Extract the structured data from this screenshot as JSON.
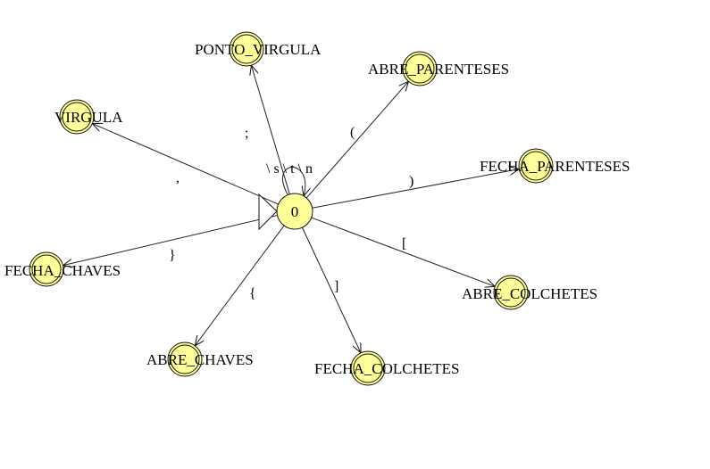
{
  "diagram": {
    "colors": {
      "state_fill": "#ffff99",
      "stroke": "#111111",
      "background": "#ffffff"
    },
    "start_state": {
      "id": "q0",
      "label": "0"
    },
    "loop": {
      "label": "\\ s \\ t \\ n"
    },
    "states": [
      {
        "id": "ponto_virgula",
        "label": "PONTO_VIRGULA"
      },
      {
        "id": "abre_parenteses",
        "label": "ABRE_PARENTESES"
      },
      {
        "id": "virgula",
        "label": "VIRGULA"
      },
      {
        "id": "fecha_parenteses",
        "label": "FECHA_PARENTESES"
      },
      {
        "id": "fecha_chaves",
        "label": "FECHA_CHAVES"
      },
      {
        "id": "abre_colchetes",
        "label": "ABRE_COLCHETES"
      },
      {
        "id": "abre_chaves",
        "label": "ABRE_CHAVES"
      },
      {
        "id": "fecha_colchetes",
        "label": "FECHA_COLCHETES"
      }
    ],
    "transitions": [
      {
        "to": "ponto_virgula",
        "label": ";"
      },
      {
        "to": "abre_parenteses",
        "label": "("
      },
      {
        "to": "virgula",
        "label": ","
      },
      {
        "to": "fecha_parenteses",
        "label": ")"
      },
      {
        "to": "fecha_chaves",
        "label": "}"
      },
      {
        "to": "abre_colchetes",
        "label": "["
      },
      {
        "to": "abre_chaves",
        "label": "{"
      },
      {
        "to": "fecha_colchetes",
        "label": "]"
      }
    ]
  }
}
